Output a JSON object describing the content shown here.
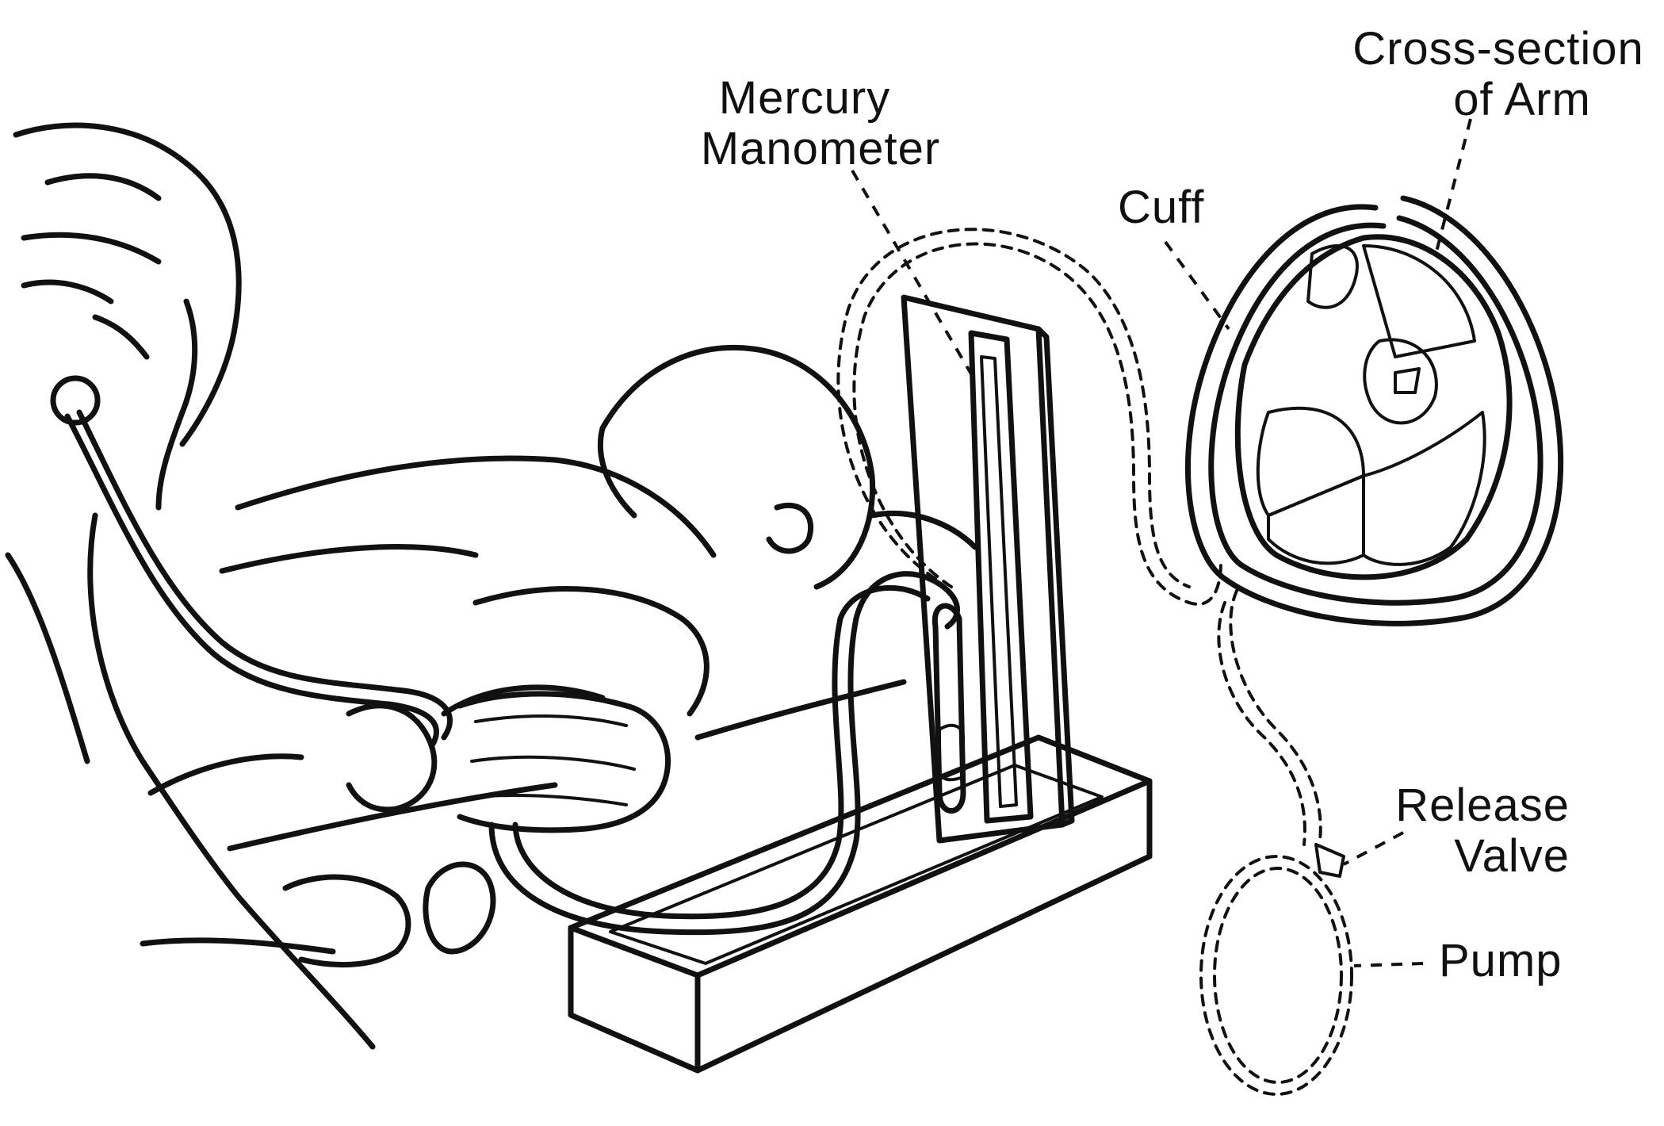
{
  "labels": {
    "cross_section_line1": "Cross-section",
    "cross_section_line2": "of Arm",
    "manometer_line1": "Mercury",
    "manometer_line2": "Manometer",
    "cuff": "Cuff",
    "release_valve_line1": "Release",
    "release_valve_line2": "Valve",
    "pump": "Pump"
  }
}
